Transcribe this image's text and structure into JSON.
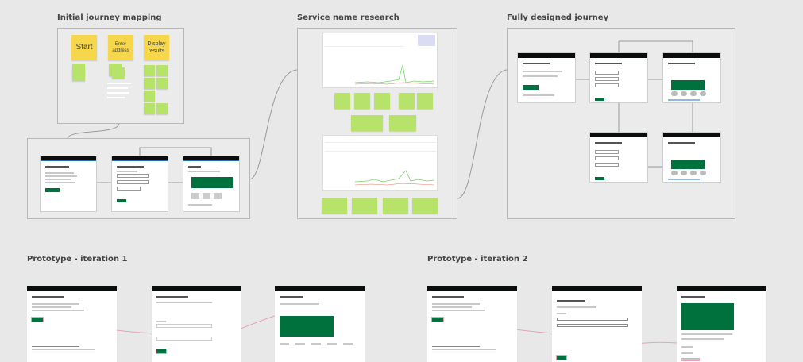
{
  "sections": {
    "initial": "Initial journey mapping",
    "research": "Service name research",
    "designed": "Fully designed journey",
    "proto1": "Prototype - iteration 1",
    "proto2": "Prototype - iteration 2"
  },
  "stickies": {
    "start": "Start",
    "enter_address": "Enter address",
    "display_results": "Display results"
  },
  "colors": {
    "sticky_yellow": "#f6d64a",
    "sticky_green": "#b7e36b",
    "govuk_green": "#00703c",
    "header_black": "#0b0c0c",
    "connector": "#9a9a9a",
    "prototype_link": "#e8a3b8"
  }
}
